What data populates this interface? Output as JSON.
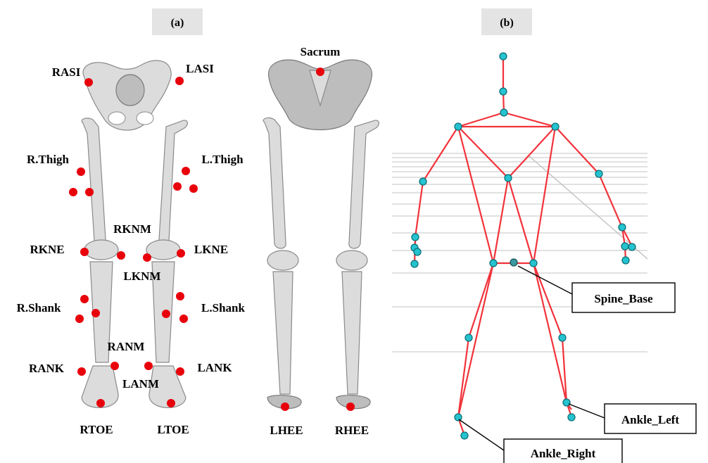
{
  "panel_a": {
    "tag": "(a)",
    "markers_front": [
      "RASI",
      "LASI",
      "R.Thigh",
      "L.Thigh",
      "RKNM",
      "RKNE",
      "LKNE",
      "LKNM",
      "R.Shank",
      "L.Shank",
      "RANM",
      "RANK",
      "LANK",
      "LANM",
      "RTOE",
      "LTOE"
    ],
    "markers_back": [
      "Sacrum",
      "LHEE",
      "RHEE"
    ]
  },
  "panel_b": {
    "tag": "(b)",
    "callouts": [
      "Spine_Base",
      "Ankle_Left",
      "Ankle_Right"
    ]
  },
  "colors": {
    "marker": "#e8000b",
    "skeleton_line": "#f2323a",
    "joint": "#25c3cf",
    "tag_background": "#e4e4e4"
  }
}
